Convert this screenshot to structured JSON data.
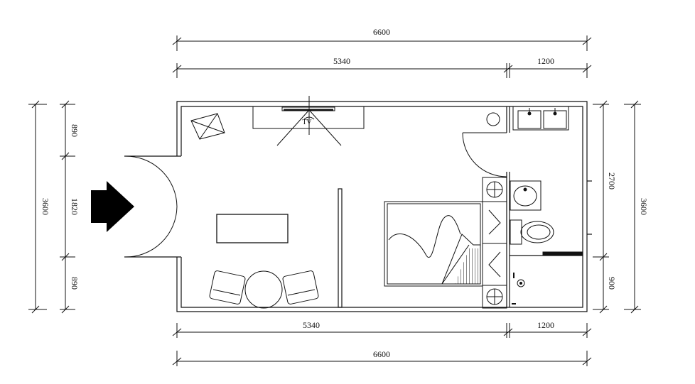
{
  "dimensions": {
    "top_overall": "6600",
    "top_left": "5340",
    "top_right": "1200",
    "bottom_left": "5340",
    "bottom_right": "1200",
    "bottom_overall": "6600",
    "left_overall": "3600",
    "left_upper": "890",
    "left_door": "1820",
    "left_lower": "890",
    "right_bath": "2700",
    "right_lower": "900",
    "right_overall": "3600"
  },
  "room_labels": {
    "tv": "TV"
  },
  "colors": {
    "line": "#111111",
    "background": "#ffffff",
    "entry_arrow": "#000000"
  }
}
